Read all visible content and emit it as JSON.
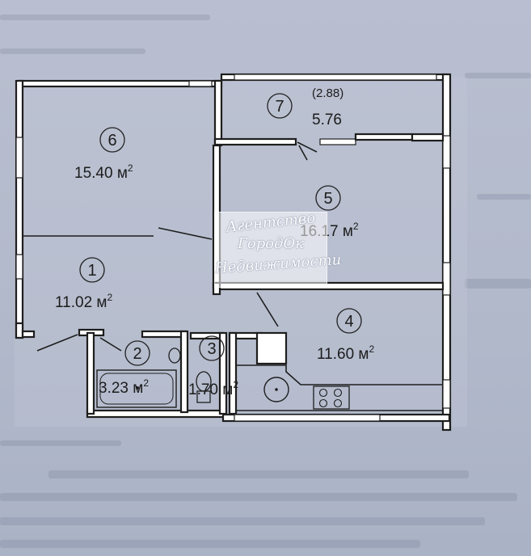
{
  "rooms": [
    {
      "id": "room-1",
      "number": "1",
      "area": "11.02 м",
      "sup": "2"
    },
    {
      "id": "room-2",
      "number": "2",
      "area": "3.23 м",
      "sup": "2"
    },
    {
      "id": "room-3",
      "number": "3",
      "area": "1.70 м",
      "sup": "2"
    },
    {
      "id": "room-4",
      "number": "4",
      "area": "11.60 м",
      "sup": "2"
    },
    {
      "id": "room-5",
      "number": "5",
      "area": "16.17 м",
      "sup": "2"
    },
    {
      "id": "room-6",
      "number": "6",
      "area": "15.40 м",
      "sup": "2"
    },
    {
      "id": "room-7",
      "number": "7",
      "area": "5.76",
      "sup": "",
      "note": "(2.88)"
    }
  ],
  "watermark": {
    "line1": "Агентство",
    "line2": "ГородОк",
    "line3": "Недвижимости"
  },
  "colors": {
    "paper": "#b7bdcf",
    "wall_fill": "#ffffff",
    "ink": "#1e1e1e"
  }
}
